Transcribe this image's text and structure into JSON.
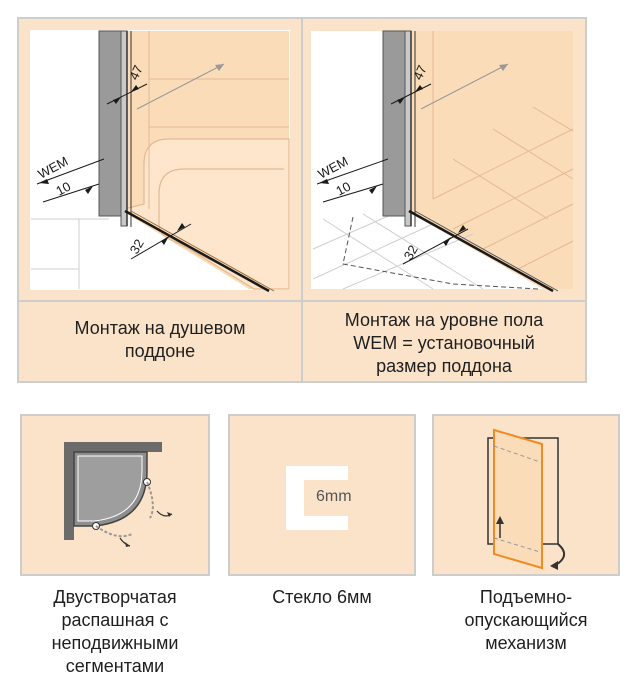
{
  "top_panels": [
    {
      "caption_lines": [
        "Монтаж на душевом",
        "поддоне"
      ],
      "dimensions": {
        "d47": "47",
        "wem": "WEM",
        "d10": "10",
        "d32": "32"
      }
    },
    {
      "caption_lines": [
        "Монтаж на уровне пола",
        "WEM = установочный",
        "размер поддона"
      ],
      "dimensions": {
        "d47": "47",
        "wem": "WEM",
        "d10": "10",
        "d32": "32"
      }
    }
  ],
  "features": [
    {
      "icon": "quadrant-door-icon",
      "caption_lines": [
        "Двустворчатая",
        "распашная с",
        "неподвижными",
        "сегментами"
      ]
    },
    {
      "icon": "glass-profile-icon",
      "label": "6mm",
      "caption_lines": [
        "Стекло 6мм"
      ]
    },
    {
      "icon": "lift-hinge-icon",
      "caption_lines": [
        "Подъемно-",
        "опускающийся",
        "механизм"
      ]
    }
  ],
  "colors": {
    "panel_bg": "#fbe3c9",
    "border": "#cdcdcd",
    "accent_orange": "#f08a24"
  }
}
